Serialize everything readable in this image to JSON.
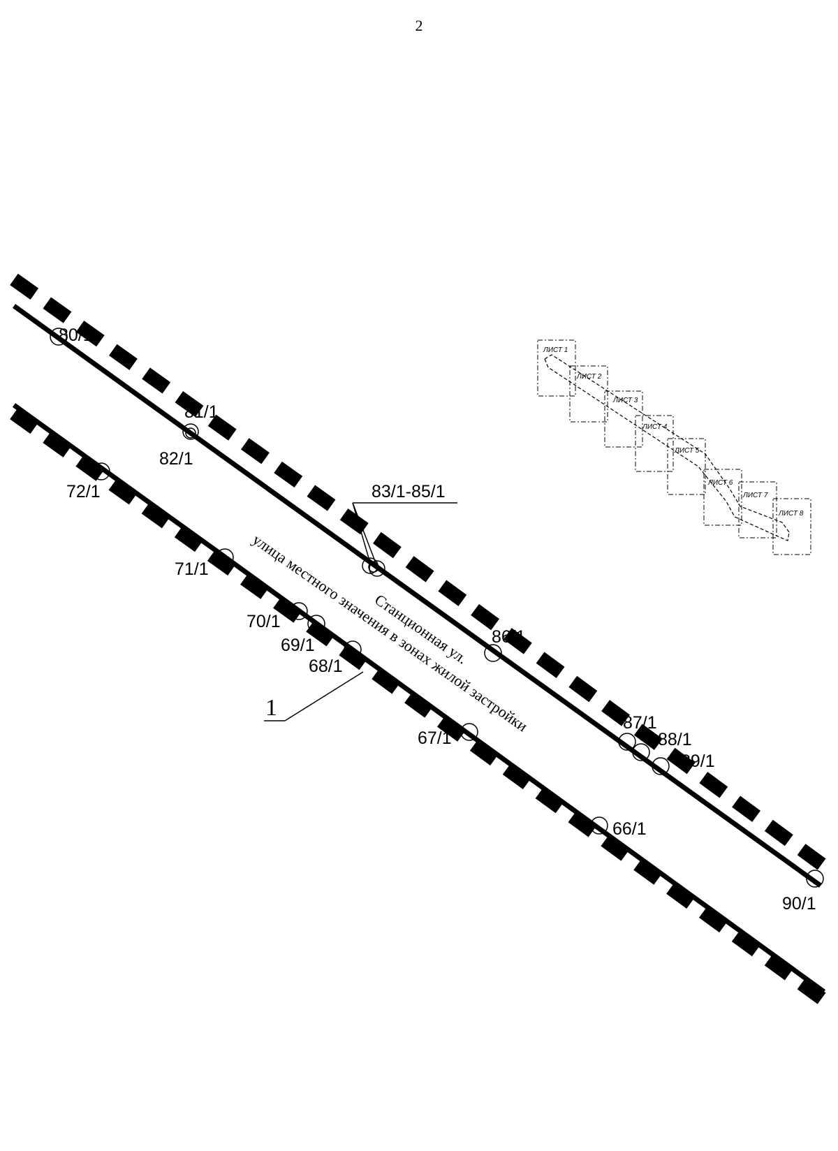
{
  "page": {
    "number": "2"
  },
  "street": {
    "name": "Станционная ул.",
    "category": "улица местного значения в зонах жилой застройки"
  },
  "callouts": {
    "group_label": "83/1-85/1",
    "line_number": "1"
  },
  "points_north": [
    {
      "label": "80/1"
    },
    {
      "label": "81/1"
    },
    {
      "label": "82/1"
    },
    {
      "label": "86/1"
    },
    {
      "label": "87/1"
    },
    {
      "label": "88/1"
    },
    {
      "label": "89/1"
    },
    {
      "label": "90/1"
    }
  ],
  "points_south": [
    {
      "label": "72/1"
    },
    {
      "label": "71/1"
    },
    {
      "label": "70/1"
    },
    {
      "label": "69/1"
    },
    {
      "label": "68/1"
    },
    {
      "label": "67/1"
    },
    {
      "label": "66/1"
    }
  ],
  "key_map": {
    "sheets": [
      "ЛИСТ 1",
      "ЛИСТ 2",
      "ЛИСТ 3",
      "ЛИСТ 4",
      "ЛИСТ 5",
      "ЛИСТ 6",
      "ЛИСТ 7",
      "ЛИСТ 8"
    ]
  },
  "colors": {
    "ink": "#000000",
    "background": "#ffffff"
  }
}
